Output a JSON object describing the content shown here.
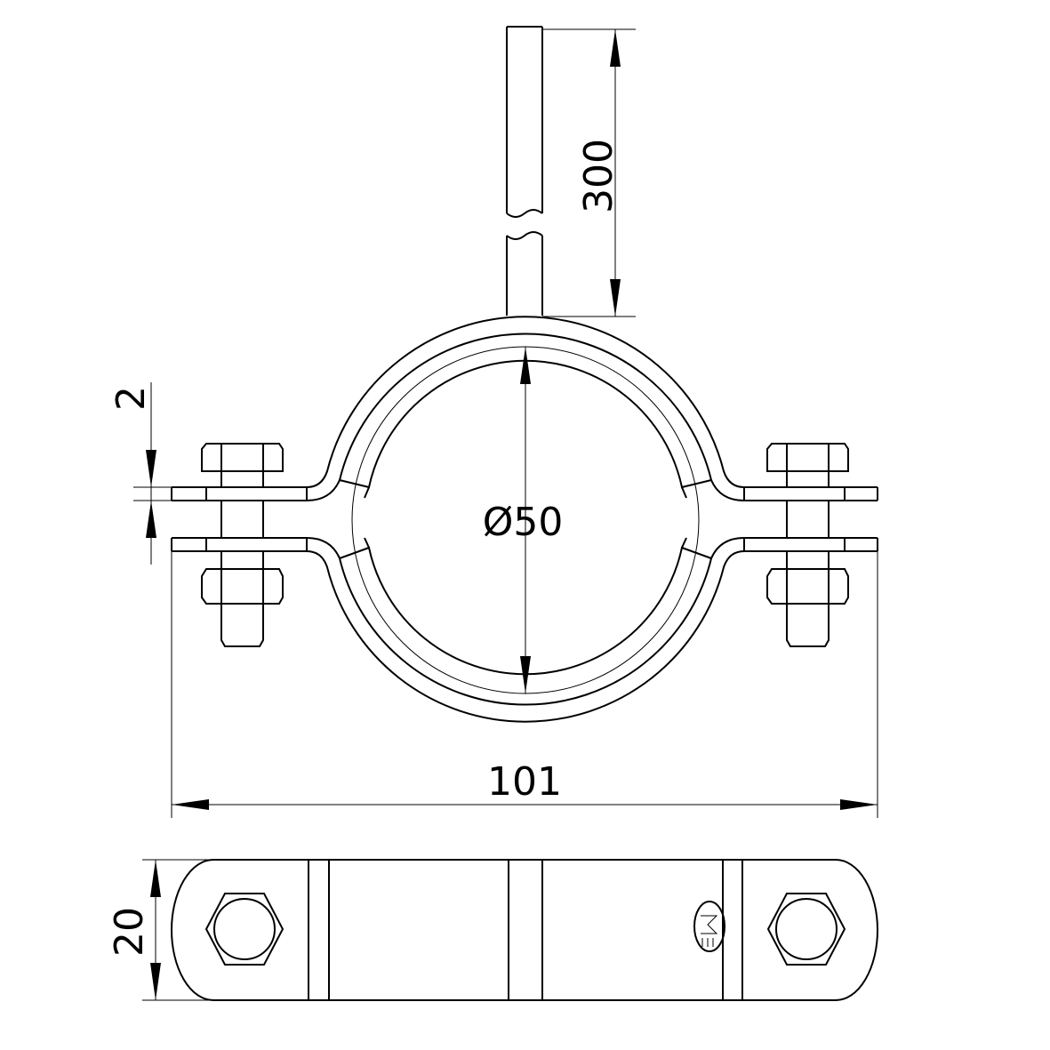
{
  "dimensions": {
    "rod_length": "300",
    "gap": "2",
    "diameter": "Ø50",
    "overall_width": "101",
    "band_width": "20"
  },
  "colors": {
    "line": "#000000",
    "background": "#ffffff"
  }
}
